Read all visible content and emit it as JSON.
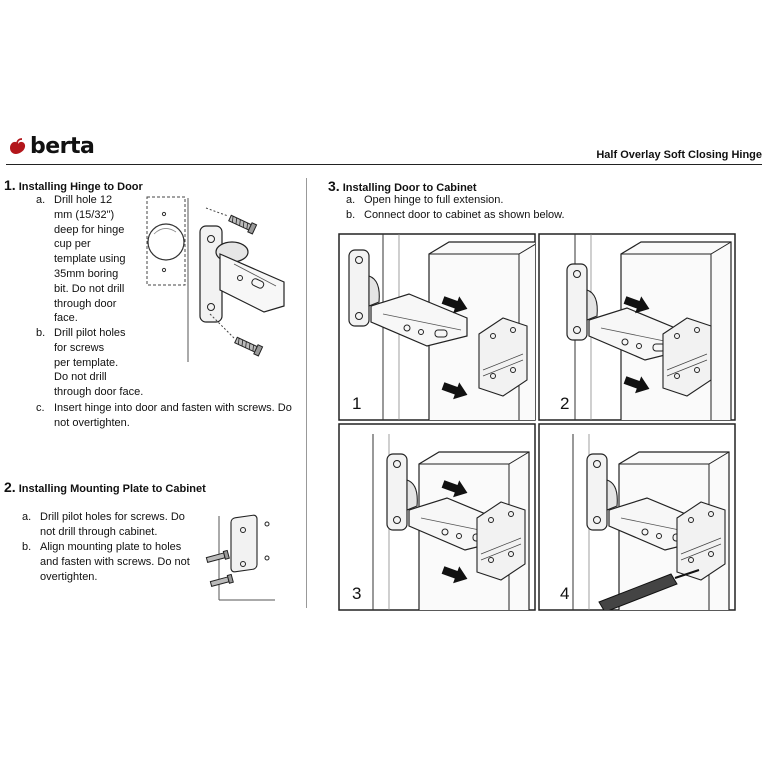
{
  "header": {
    "brand": "berta",
    "product_title": "Half Overlay Soft Closing Hinge"
  },
  "sections": [
    {
      "number": "1.",
      "title": "Installing Hinge to Door",
      "steps": [
        {
          "marker": "a.",
          "lines": [
            "Drill hole 12",
            "mm (15/32\")",
            "deep for hinge",
            "cup per",
            "template using",
            "35mm boring",
            "bit. Do not drill",
            "through door",
            "face."
          ]
        },
        {
          "marker": "b.",
          "lines": [
            "Drill pilot holes",
            "for screws",
            "per template.",
            "Do not drill",
            "through door face."
          ]
        },
        {
          "marker": "c.",
          "lines": [
            "Insert hinge into door and fasten with screws. Do",
            "not overtighten."
          ]
        }
      ]
    },
    {
      "number": "2.",
      "title": "Installing Mounting Plate to Cabinet",
      "steps": [
        {
          "marker": "a.",
          "lines": [
            "Drill pilot holes for screws. Do",
            "not drill through cabinet."
          ]
        },
        {
          "marker": "b.",
          "lines": [
            "Align mounting plate to holes",
            "and fasten with screws. Do not",
            "overtighten."
          ]
        }
      ]
    },
    {
      "number": "3.",
      "title": "Installing Door to Cabinet",
      "steps": [
        {
          "marker": "a.",
          "lines": [
            "Open hinge to full extension."
          ]
        },
        {
          "marker": "b.",
          "lines": [
            "Connect door to cabinet as shown below."
          ]
        }
      ]
    }
  ],
  "panels": [
    {
      "label": "1"
    },
    {
      "label": "2"
    },
    {
      "label": "3"
    },
    {
      "label": "4"
    }
  ]
}
